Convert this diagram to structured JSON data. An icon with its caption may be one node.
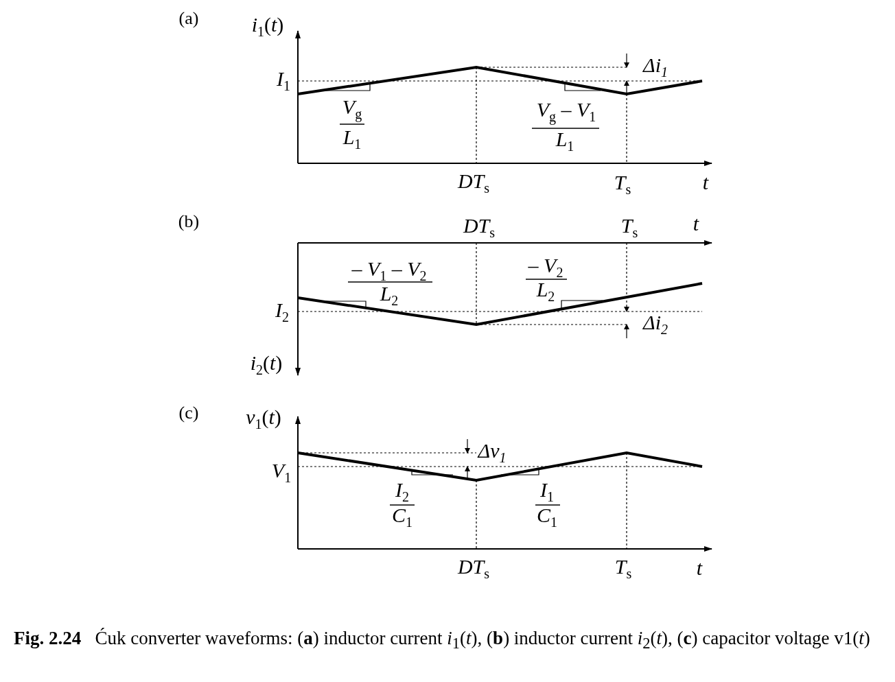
{
  "diagram": {
    "caption": "**Fig. 2.24**    Ćuk converter waveforms: (**a**) inductor current *i*$_{1}$(*t*), (**b**) inductor current *i*$_{2}$(*t*), (**c**) capacitor voltage v1(*t*)",
    "labels": [
      "(a)",
      "*i*$_{1}$(*t*)",
      "Δi$_{1}$",
      "*I*$_{1}$",
      "*V*$_{g}$",
      "*V*$_{g}$ – *V*$_{1}$",
      "*L*$_{1}$",
      "*L*$_{1}$",
      "*DT*$_{s}$",
      "*T*$_{s}$",
      "*t*",
      "(b)",
      "*DT*$_{s}$",
      "*T*$_{s}$",
      "*t*",
      "– *V*$_{1}$ – *V*$_{2}$",
      "– *V*$_{2}$",
      "*L*$_{2}$",
      "*L*$_{2}$",
      "*I*$_{2}$",
      "Δi$_{2}$",
      "*i*$_{2}$(*t*)",
      "(c)",
      "*v*$_{1}$(*t*)",
      "Δv$_{1}$",
      "*V*$_{1}$",
      "*I*$_{2}$",
      "*I*$_{1}$",
      "*C*$_{1}$",
      "*C*$_{1}$",
      "*DT*$_{s}$",
      "*T*$_{s}$",
      "*t*"
    ]
  }
}
